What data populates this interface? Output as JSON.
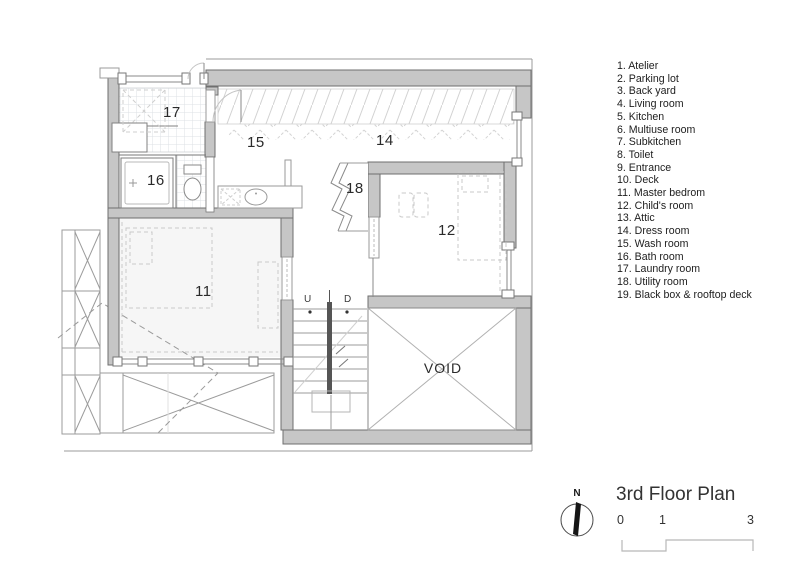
{
  "plan": {
    "room_labels": {
      "laundry": "17",
      "wash": "15",
      "dress": "14",
      "bath": "16",
      "utility": "18",
      "child": "12",
      "master": "11"
    },
    "void_label": "VOID",
    "stair_up": "U",
    "stair_down": "D"
  },
  "legend": {
    "items": [
      "1. Atelier",
      "2. Parking lot",
      "3. Back yard",
      "4. Living room",
      "5. Kitchen",
      "6. Multiuse room",
      "7. Subkitchen",
      "8. Toilet",
      "9. Entrance",
      "10. Deck",
      "11. Master bedrom",
      "12. Child's room",
      "13. Attic",
      "14. Dress room",
      "15. Wash room",
      "16. Bath room",
      "17. Laundry room",
      "18. Utility room",
      "19. Black box & rooftop deck"
    ]
  },
  "titleblock": {
    "title": "3rd Floor Plan",
    "north_label": "N",
    "scale_ticks": [
      "0",
      "1",
      "3"
    ]
  },
  "colors": {
    "wall_fill": "#c6c6c6",
    "wall_stroke": "#6f6f6f",
    "thin_line": "#9b9b9b",
    "dash_line": "#c6c6c6",
    "text": "#1f1f1f"
  }
}
